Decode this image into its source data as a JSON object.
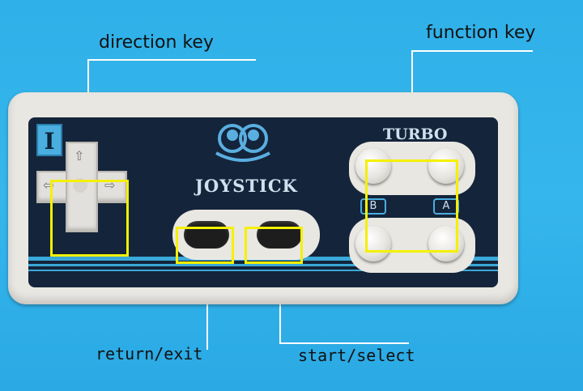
{
  "callouts": {
    "direction_key": "direction key",
    "function_key": "function key",
    "return_exit": "return/exit",
    "start_select": "start/select"
  },
  "controller": {
    "player_badge": "I",
    "turbo_label": "TURBO",
    "brand_label": "JOYSTICK",
    "button_b": "B",
    "button_a": "A"
  },
  "colors": {
    "background": "#35b6ec",
    "highlight": "#f5f000",
    "panel": "#14243a",
    "accent": "#4aaee0"
  },
  "icons": [
    "arrow-up-icon",
    "arrow-left-icon",
    "arrow-right-icon",
    "mascot-logo-icon"
  ]
}
